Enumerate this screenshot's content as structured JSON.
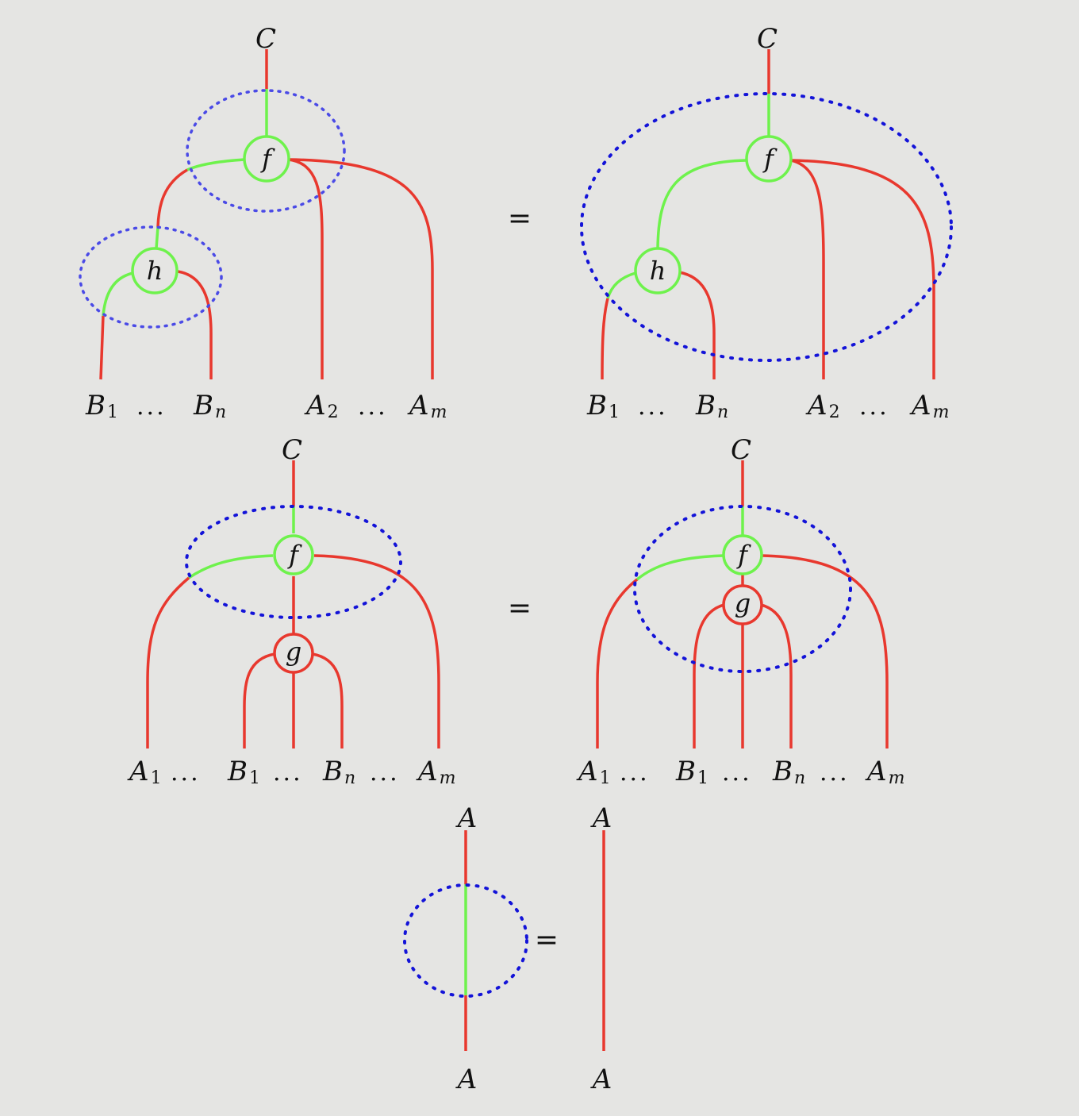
{
  "diagram": {
    "row1": {
      "left": {
        "top": "C",
        "node_f": "f",
        "node_h": "h",
        "bottom": [
          {
            "base": "B",
            "sub": "1"
          },
          {
            "dots": "..."
          },
          {
            "base": "B",
            "sub": "n"
          },
          {
            "base": "A",
            "sub": "2"
          },
          {
            "dots": "..."
          },
          {
            "base": "A",
            "sub": "m"
          }
        ]
      },
      "equals": "=",
      "right": {
        "top": "C",
        "node_f": "f",
        "node_h": "h",
        "bottom": [
          {
            "base": "B",
            "sub": "1"
          },
          {
            "dots": "..."
          },
          {
            "base": "B",
            "sub": "n"
          },
          {
            "base": "A",
            "sub": "2"
          },
          {
            "dots": "..."
          },
          {
            "base": "A",
            "sub": "m"
          }
        ]
      }
    },
    "row2": {
      "left": {
        "top": "C",
        "node_f": "f",
        "node_g": "g",
        "bottom": [
          {
            "base": "A",
            "sub": "1"
          },
          {
            "dots": "..."
          },
          {
            "base": "B",
            "sub": "1"
          },
          {
            "dots": "..."
          },
          {
            "base": "B",
            "sub": "n"
          },
          {
            "dots": "..."
          },
          {
            "base": "A",
            "sub": "m"
          }
        ]
      },
      "equals": "=",
      "right": {
        "top": "C",
        "node_f": "f",
        "node_g": "g",
        "bottom": [
          {
            "base": "A",
            "sub": "1"
          },
          {
            "dots": "..."
          },
          {
            "base": "B",
            "sub": "1"
          },
          {
            "dots": "..."
          },
          {
            "base": "B",
            "sub": "n"
          },
          {
            "dots": "..."
          },
          {
            "base": "A",
            "sub": "m"
          }
        ]
      }
    },
    "row3": {
      "left": {
        "top": "A",
        "bottom": "A"
      },
      "equals": "=",
      "right": {
        "top": "A",
        "bottom": "A"
      }
    },
    "colors": {
      "background": "#e5e5e3",
      "red_wire": "#e8382e",
      "green_wire": "#6ef24c",
      "blue_dotted": "#1313d8"
    }
  }
}
